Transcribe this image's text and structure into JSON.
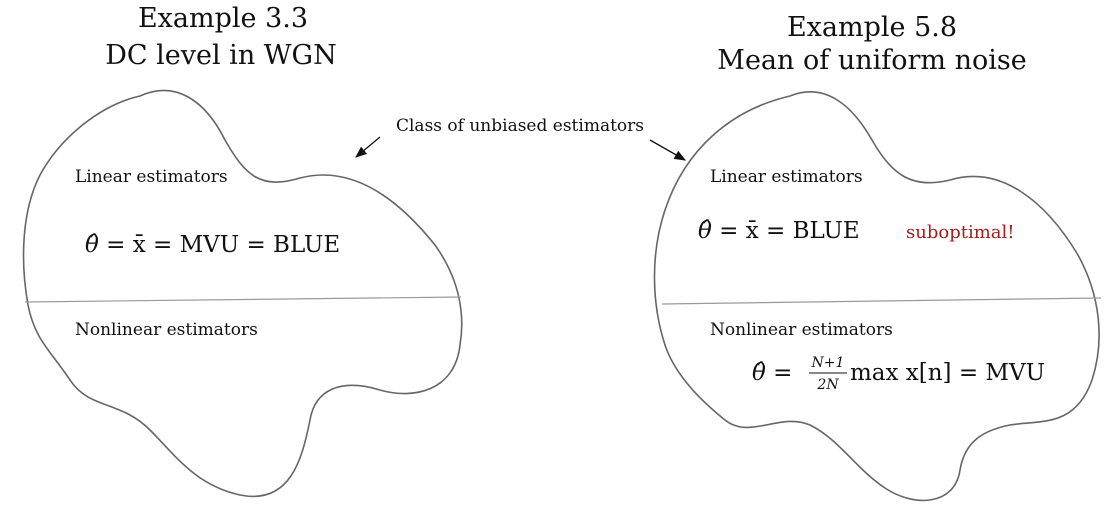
{
  "callout": "Class of unbiased estimators",
  "left": {
    "title_line1": "Example 3.3",
    "title_line2": "DC level in WGN",
    "linear_label": "Linear estimators",
    "nonlinear_label": "Nonlinear estimators",
    "linear_formula": {
      "theta": "θ̂",
      "rest": " = x̄ = MVU = BLUE"
    }
  },
  "right": {
    "title_line1": "Example 5.8",
    "title_line2": "Mean of uniform noise",
    "linear_label": "Linear estimators",
    "nonlinear_label": "Nonlinear estimators",
    "linear_formula": {
      "theta": "θ̂",
      "rest": " = x̄ = BLUE"
    },
    "linear_note": "suboptimal!",
    "nonlinear_formula": {
      "theta": "θ̂",
      "eq": " = ",
      "frac_num": "N+1",
      "frac_den": "2N",
      "rest": " max x[n] = MVU"
    }
  },
  "colors": {
    "highlight": "#a11d1d",
    "outline": "#666666",
    "divider": "#9a9a9a"
  }
}
